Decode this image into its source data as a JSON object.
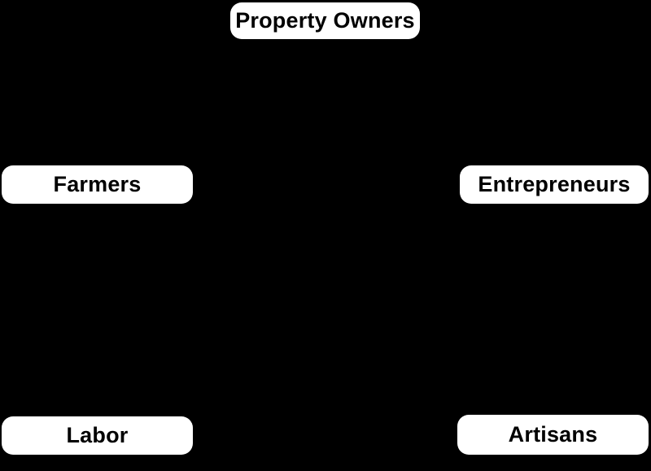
{
  "diagram": {
    "description": "Flow diagram of economic classes; node boxes on a black background (connector edges not visible)",
    "background_color": "#000000",
    "node_fill_color": "#ffffff",
    "node_text_color": "#000000",
    "nodes": [
      {
        "id": "property-owners",
        "label": "Property Owners",
        "position": "top-center"
      },
      {
        "id": "farmers",
        "label": "Farmers",
        "position": "middle-left"
      },
      {
        "id": "entrepreneurs",
        "label": "Entrepreneurs",
        "position": "middle-right"
      },
      {
        "id": "labor",
        "label": "Labor",
        "position": "bottom-left"
      },
      {
        "id": "artisans",
        "label": "Artisans",
        "position": "bottom-right"
      }
    ]
  }
}
